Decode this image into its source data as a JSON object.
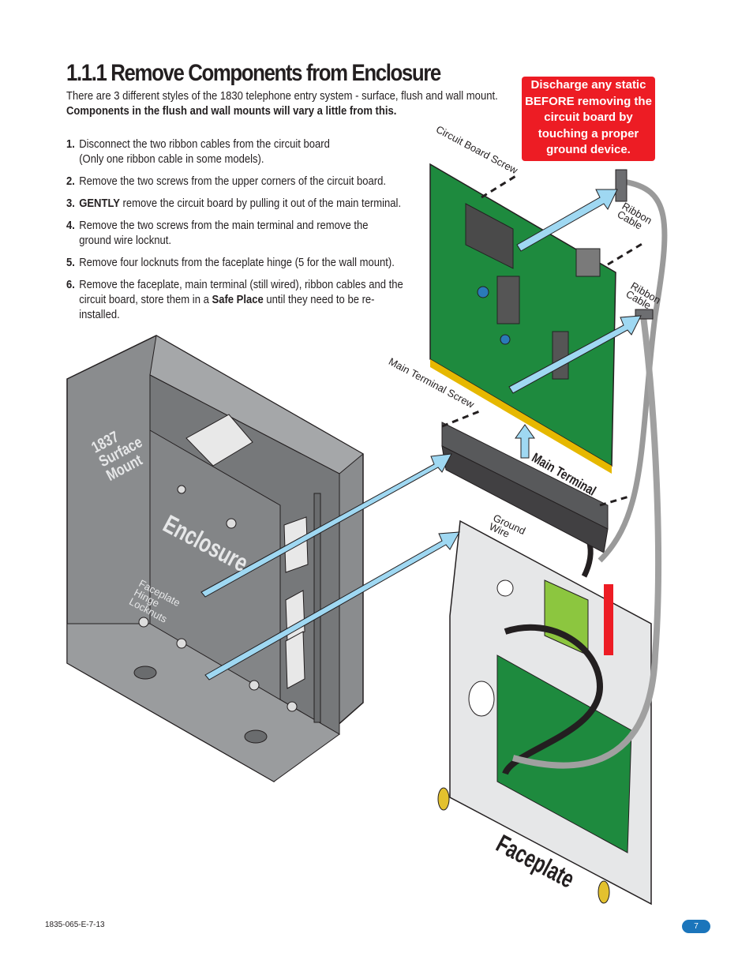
{
  "title": "1.1.1 Remove Components from Enclosure",
  "intro": {
    "text": "There are 3 different styles of the 1830 telephone entry system - surface, flush and wall mount.",
    "bold": "Components in the flush and wall mounts will vary a little from this."
  },
  "steps": [
    {
      "num": "1.",
      "text": "Disconnect the two ribbon cables from the circuit board (Only one ribbon cable in some models)."
    },
    {
      "num": "2.",
      "text": "Remove the two screws from the upper corners of the circuit board."
    },
    {
      "num": "3.",
      "bold": "GENTLY",
      "text": " remove the circuit board by pulling it out of the main terminal."
    },
    {
      "num": "4.",
      "text": "Remove the two screws from the main terminal and remove the ground wire locknut."
    },
    {
      "num": "5.",
      "text": "Remove four locknuts from the faceplate hinge (5 for the wall mount)."
    },
    {
      "num": "6.",
      "text_before": "Remove the faceplate, main terminal (still wired), ribbon cables and the circuit board, store them in a ",
      "bold": "Safe Place",
      "text_after": " until they need to be re-installed."
    }
  ],
  "warning": "Discharge any static BEFORE removing the circuit board by touching a proper ground device.",
  "diagram": {
    "circuit_board_screw": "Circuit Board Screw",
    "ribbon_cable_1": "Ribbon Cable",
    "ribbon_cable_2": "Ribbon Cable",
    "main_terminal_screw": "Main Terminal Screw",
    "main_terminal": "Main Terminal",
    "ground_wire": "Ground Wire",
    "model": "1837 Surface Mount",
    "enclosure": "Enclosure",
    "hinge_locknuts": "Faceplate Hinge Locknuts",
    "faceplate": "Faceplate"
  },
  "footer": {
    "doc_number": "1835-065-E-7-13",
    "page": "7"
  },
  "colors": {
    "warning": "#ed1c24",
    "page_badge": "#1b75bb",
    "arrow": "#9fd8f2",
    "board": "#1e8a3e",
    "enclosure": "#8a8c8e"
  }
}
